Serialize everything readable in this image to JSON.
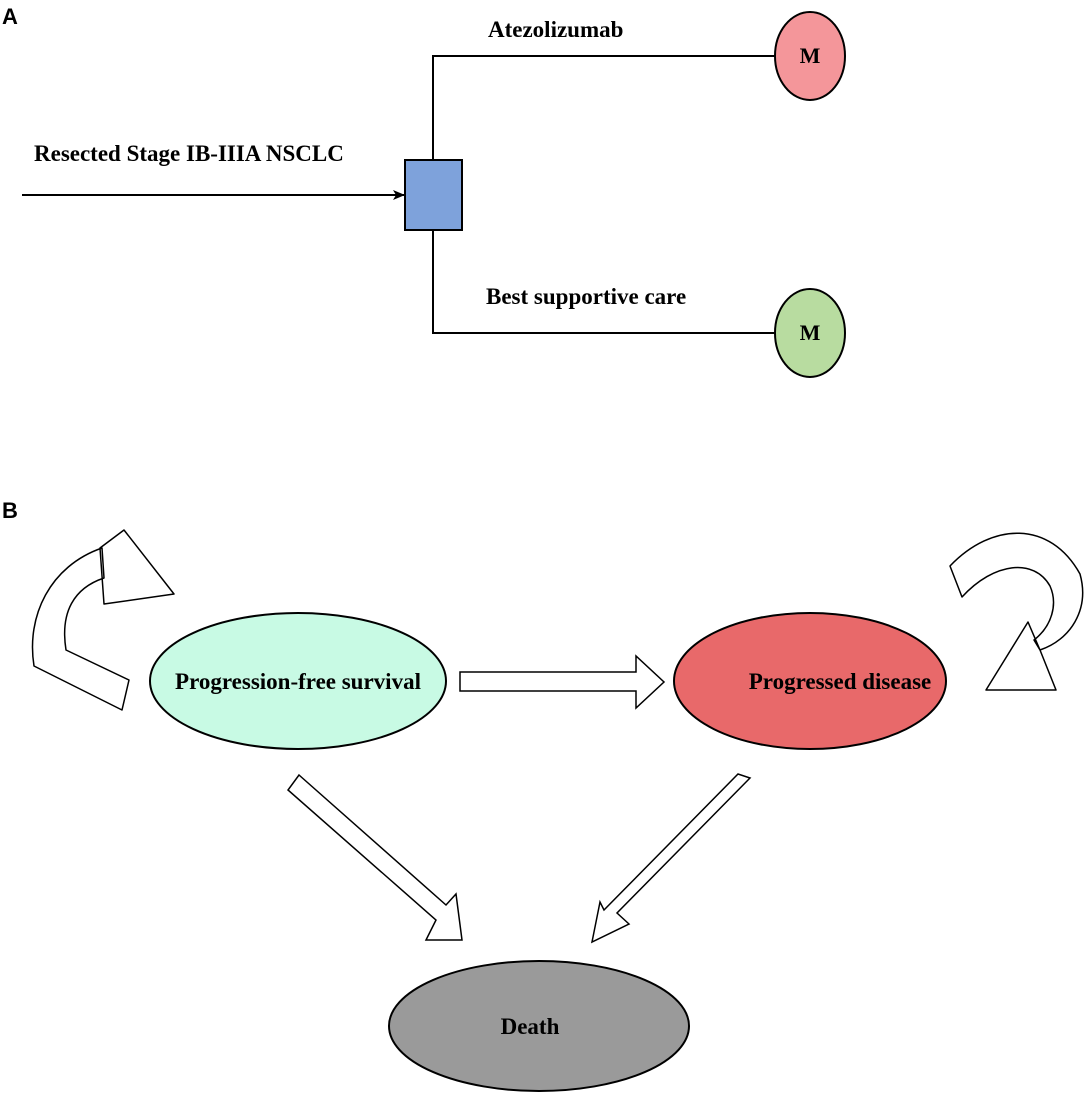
{
  "panels": {
    "a": {
      "label": "A",
      "input_label": "Resected Stage IB-IIIA NSCLC",
      "branch_top": {
        "label": "Atezolizumab",
        "node": "M",
        "color": "#f4969a"
      },
      "branch_bottom": {
        "label": "Best supportive care",
        "node": "M",
        "color": "#b8dca0"
      },
      "decision_node_color": "#7ea2db"
    },
    "b": {
      "label": "B",
      "states": {
        "pfs": {
          "label": "Progression-free survival",
          "color": "#c8fae4"
        },
        "pd": {
          "label": "Progressed disease",
          "color": "#e8696a"
        },
        "death": {
          "label": "Death",
          "color": "#9a9a9a"
        }
      }
    }
  }
}
